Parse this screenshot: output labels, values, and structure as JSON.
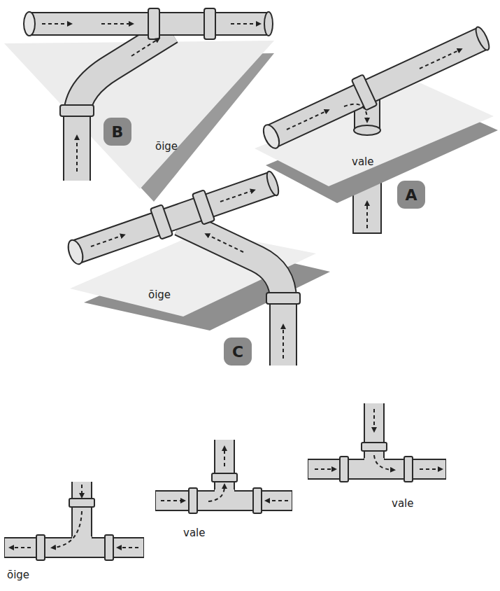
{
  "diagram": {
    "nodes": [
      {
        "text": [
          "B"
        ]
      },
      {
        "text": [
          "A"
        ]
      },
      {
        "text": [
          "C"
        ]
      }
    ],
    "labels": [
      "õige",
      "vale",
      "õige",
      "vale",
      "vale",
      "õige"
    ]
  }
}
